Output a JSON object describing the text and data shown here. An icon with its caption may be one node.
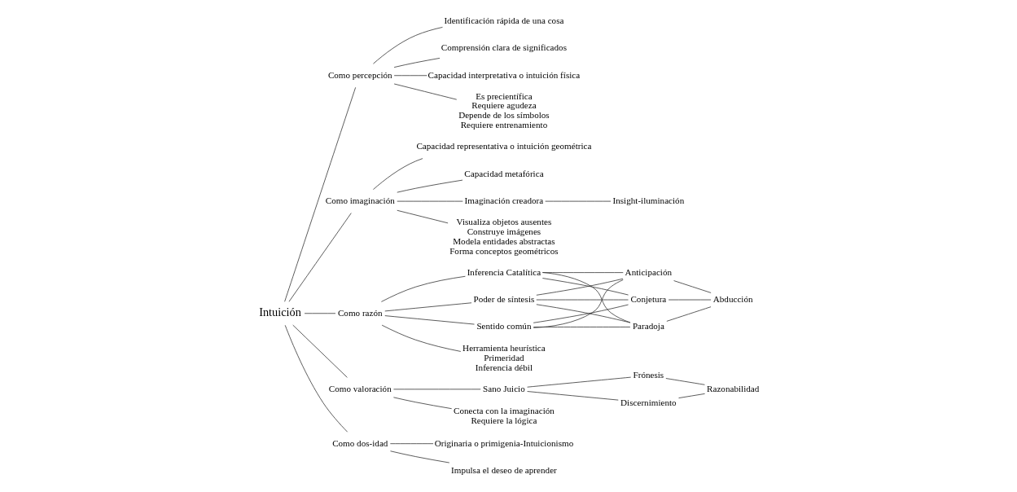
{
  "diagram": {
    "nodes": [
      {
        "text": [
          "Intuición"
        ]
      },
      {
        "text": [
          "Como percepción"
        ]
      },
      {
        "text": [
          "Identificación rápida de una cosa"
        ]
      },
      {
        "text": [
          "Comprensión clara de significados"
        ]
      },
      {
        "text": [
          "Capacidad interpretativa o intuición física"
        ]
      },
      {
        "text": [
          "Como imaginación"
        ]
      },
      {
        "text": [
          "Capacidad representativa o intuición geométrica"
        ]
      },
      {
        "text": [
          "Capacidad metafórica"
        ]
      },
      {
        "text": [
          "Imaginación creadora"
        ]
      },
      {
        "text": [
          "Insight-iluminación"
        ]
      },
      {
        "text": [
          "Como razón"
        ]
      },
      {
        "text": [
          "Inferencia Catalítica"
        ]
      },
      {
        "text": [
          "Poder de síntesis"
        ]
      },
      {
        "text": [
          "Sentido común"
        ]
      },
      {
        "text": [
          "Anticipación"
        ]
      },
      {
        "text": [
          "Conjetura"
        ]
      },
      {
        "text": [
          "Paradoja"
        ]
      },
      {
        "text": [
          "Abducción"
        ]
      },
      {
        "text": [
          "Como valoración"
        ]
      },
      {
        "text": [
          "Sano Juicio"
        ]
      },
      {
        "text": [
          "Frónesis"
        ]
      },
      {
        "text": [
          "Discernimiento"
        ]
      },
      {
        "text": [
          "Razonabilidad"
        ]
      },
      {
        "text": [
          "Como dos-idad"
        ]
      },
      {
        "text": [
          "Originaria o primigenia-Intuicionismo"
        ]
      },
      {
        "text": [
          "Es precientífica",
          "Requiere agudeza",
          "Depende de los símbolos",
          "Requiere entrenamiento"
        ]
      },
      {
        "text": [
          "Visualiza objetos ausentes",
          "Construye imágenes",
          "Modela entidades abstractas",
          "Forma conceptos geométricos"
        ]
      },
      {
        "text": [
          "Herramienta heurística",
          "Primeridad",
          "Inferencia débil"
        ]
      },
      {
        "text": [
          "Conecta con la imaginación",
          "Requiere la lógica"
        ]
      },
      {
        "text": [
          "Impulsa el deseo de aprender"
        ]
      }
    ],
    "edges": [
      {
        "from": 0,
        "to": 1,
        "arrow": "none"
      },
      {
        "from": 0,
        "to": 5,
        "arrow": "none"
      },
      {
        "from": 0,
        "to": 10,
        "arrow": "none"
      },
      {
        "from": 0,
        "to": 18,
        "arrow": "none"
      },
      {
        "from": 0,
        "to": 23,
        "arrow": "none"
      },
      {
        "from": 1,
        "to": 2,
        "arrow": "none"
      },
      {
        "from": 1,
        "to": 3,
        "arrow": "none"
      },
      {
        "from": 1,
        "to": 4,
        "arrow": "none"
      },
      {
        "from": 5,
        "to": 6,
        "arrow": "none"
      },
      {
        "from": 5,
        "to": 7,
        "arrow": "none"
      },
      {
        "from": 5,
        "to": 8,
        "arrow": "none"
      },
      {
        "from": 8,
        "to": 9,
        "arrow": "none"
      },
      {
        "from": 10,
        "to": 11,
        "arrow": "none"
      },
      {
        "from": 10,
        "to": 12,
        "arrow": "none"
      },
      {
        "from": 10,
        "to": 13,
        "arrow": "none"
      },
      {
        "from": 11,
        "to": 14,
        "arrow": "none"
      },
      {
        "from": 11,
        "to": 15,
        "arrow": "none"
      },
      {
        "from": 11,
        "to": 16,
        "arrow": "none"
      },
      {
        "from": 12,
        "to": 14,
        "arrow": "none"
      },
      {
        "from": 12,
        "to": 15,
        "arrow": "none"
      },
      {
        "from": 12,
        "to": 16,
        "arrow": "none"
      },
      {
        "from": 13,
        "to": 14,
        "arrow": "none"
      },
      {
        "from": 13,
        "to": 15,
        "arrow": "none"
      },
      {
        "from": 13,
        "to": 16,
        "arrow": "none"
      },
      {
        "from": 14,
        "to": 17,
        "arrow": "none"
      },
      {
        "from": 15,
        "to": 17,
        "arrow": "none"
      },
      {
        "from": 16,
        "to": 17,
        "arrow": "none"
      },
      {
        "from": 18,
        "to": 19,
        "arrow": "none"
      },
      {
        "from": 19,
        "to": 20,
        "arrow": "none"
      },
      {
        "from": 19,
        "to": 21,
        "arrow": "none"
      },
      {
        "from": 20,
        "to": 22,
        "arrow": "none"
      },
      {
        "from": 21,
        "to": 22,
        "arrow": "none"
      },
      {
        "from": 23,
        "to": 24,
        "arrow": "none"
      },
      {
        "from": 1,
        "to": 25,
        "arrow": "none"
      },
      {
        "from": 5,
        "to": 26,
        "arrow": "none"
      },
      {
        "from": 10,
        "to": 27,
        "arrow": "none"
      },
      {
        "from": 18,
        "to": 28,
        "arrow": "none"
      },
      {
        "from": 23,
        "to": 29,
        "arrow": "none"
      }
    ]
  }
}
